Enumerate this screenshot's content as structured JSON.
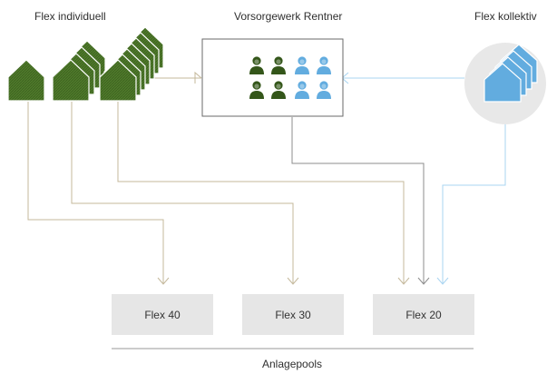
{
  "labels": {
    "flex_individuell": "Flex individuell",
    "vorsorgewerk": "Vorsorgewerk Rentner",
    "flex_kollektiv": "Flex kollektiv",
    "anlagepools": "Anlagepools"
  },
  "pools": [
    {
      "label": "Flex 40"
    },
    {
      "label": "Flex 30"
    },
    {
      "label": "Flex 20"
    }
  ],
  "colors": {
    "green": "#4f7a2b",
    "green_dark": "#34561a",
    "blue": "#62acdf",
    "blue_light": "#a9d4f1",
    "box_border": "#6a6a6a",
    "tan_line": "#c4b89b",
    "pool_bg": "#e6e6e6",
    "circle_bg": "#e8e8e8"
  },
  "icons": {
    "house": "house-icon",
    "person": "person-icon"
  }
}
